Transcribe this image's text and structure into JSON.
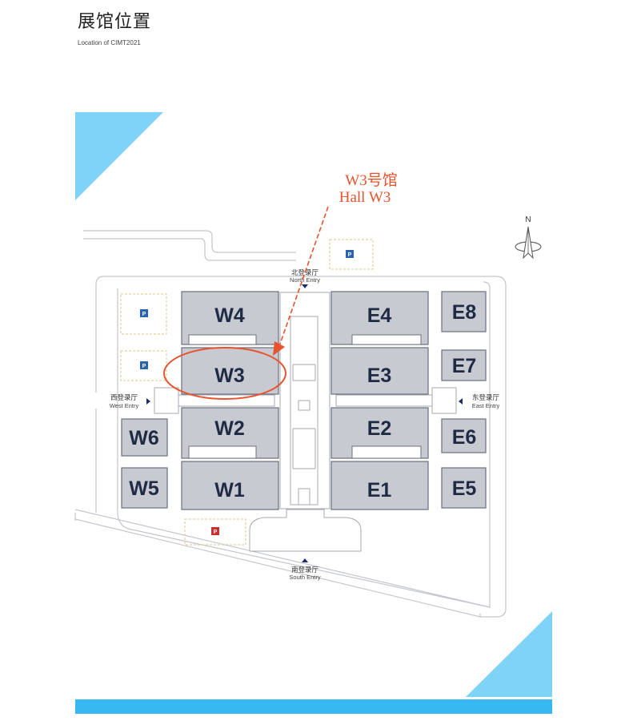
{
  "header": {
    "title": "展馆位置",
    "subtitle": "Location of CIMT2021"
  },
  "callout": {
    "line1": "W3号馆",
    "line2": "Hall W3",
    "color": "#e8532e"
  },
  "halls": {
    "W4": "W4",
    "W3": "W3",
    "W2": "W2",
    "W1": "W1",
    "W6": "W6",
    "W5": "W5",
    "E4": "E4",
    "E3": "E3",
    "E2": "E2",
    "E1": "E1",
    "E8": "E8",
    "E7": "E7",
    "E6": "E6",
    "E5": "E5"
  },
  "entries": {
    "north_cn": "北登录厅",
    "north_en": "North Entry",
    "south_cn": "南登录厅",
    "south_en": "South Entry",
    "west_cn": "西登录厅",
    "west_en": "West Entry",
    "east_cn": "东登录厅",
    "east_en": "East Entry"
  },
  "compass": {
    "label": "N"
  },
  "parking": {
    "letter": "P",
    "blue": "#2a63b0",
    "red": "#c9302c"
  },
  "colors": {
    "hall_fill": "#c8cad1",
    "hall_stroke": "#6c7080",
    "accent": "#7fd3f7",
    "accent_bar": "#37b8f0",
    "highlight": "#e8532e"
  }
}
